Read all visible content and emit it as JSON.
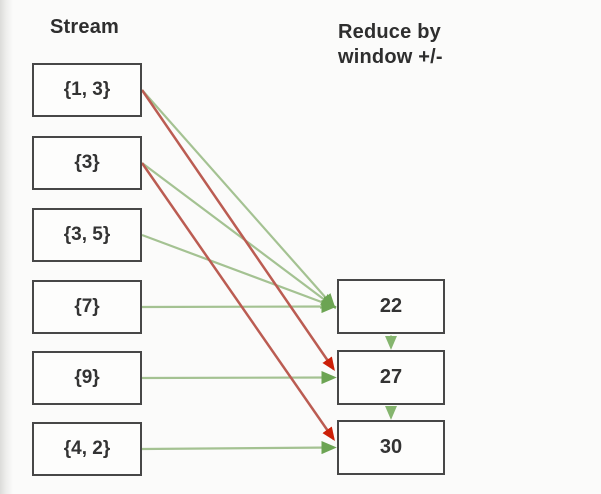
{
  "diagram": {
    "left_header": "Stream",
    "right_header": "Reduce by window +/-",
    "stream_nodes": [
      {
        "id": "s0",
        "label": "{1, 3}"
      },
      {
        "id": "s1",
        "label": "{3}"
      },
      {
        "id": "s2",
        "label": "{3, 5}"
      },
      {
        "id": "s3",
        "label": "{7}"
      },
      {
        "id": "s4",
        "label": "{9}"
      },
      {
        "id": "s5",
        "label": "{4, 2}"
      }
    ],
    "result_nodes": [
      {
        "id": "r0",
        "label": "22"
      },
      {
        "id": "r1",
        "label": "27"
      },
      {
        "id": "r2",
        "label": "30"
      }
    ],
    "edges": [
      {
        "from": "s0",
        "to": "r0",
        "kind": "add"
      },
      {
        "from": "s1",
        "to": "r0",
        "kind": "add"
      },
      {
        "from": "s2",
        "to": "r0",
        "kind": "add"
      },
      {
        "from": "s3",
        "to": "r0",
        "kind": "add"
      },
      {
        "from": "s4",
        "to": "r1",
        "kind": "add"
      },
      {
        "from": "s5",
        "to": "r2",
        "kind": "add"
      },
      {
        "from": "s0",
        "to": "r1",
        "kind": "subtract"
      },
      {
        "from": "s1",
        "to": "r2",
        "kind": "subtract"
      },
      {
        "from": "r0",
        "to": "r1",
        "kind": "carry"
      },
      {
        "from": "r1",
        "to": "r2",
        "kind": "carry"
      }
    ],
    "colors": {
      "add_line": "#a4c292",
      "add_head": "#6ca453",
      "subtract_line": "#bb5c52",
      "subtract_head": "#cc2008",
      "carry_line": "#9cc086",
      "carry_head": "#85b56e",
      "box_border": "#474747",
      "text": "#333333"
    }
  }
}
